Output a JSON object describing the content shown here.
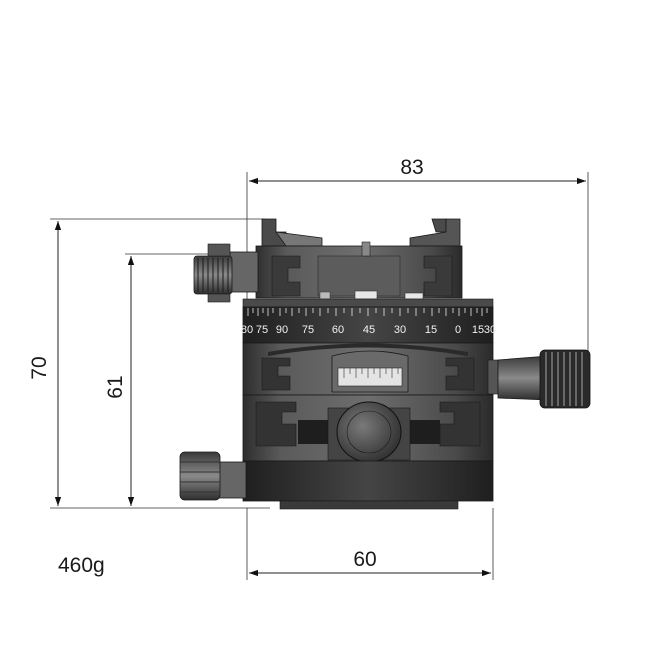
{
  "dimensions": {
    "overall_width": "83",
    "base_width": "60",
    "overall_height": "70",
    "plate_height": "61"
  },
  "weight": "460g",
  "scale": {
    "ticks": [
      "80",
      "75",
      "90",
      "75",
      "60",
      "45",
      "30",
      "15",
      "0",
      "15",
      "30"
    ]
  },
  "colors": {
    "body_dark": "#3a3a3a",
    "body_mid": "#555555",
    "body_light": "#7a7a7a",
    "line": "#222222"
  },
  "icons": [
    "arrowhead"
  ]
}
